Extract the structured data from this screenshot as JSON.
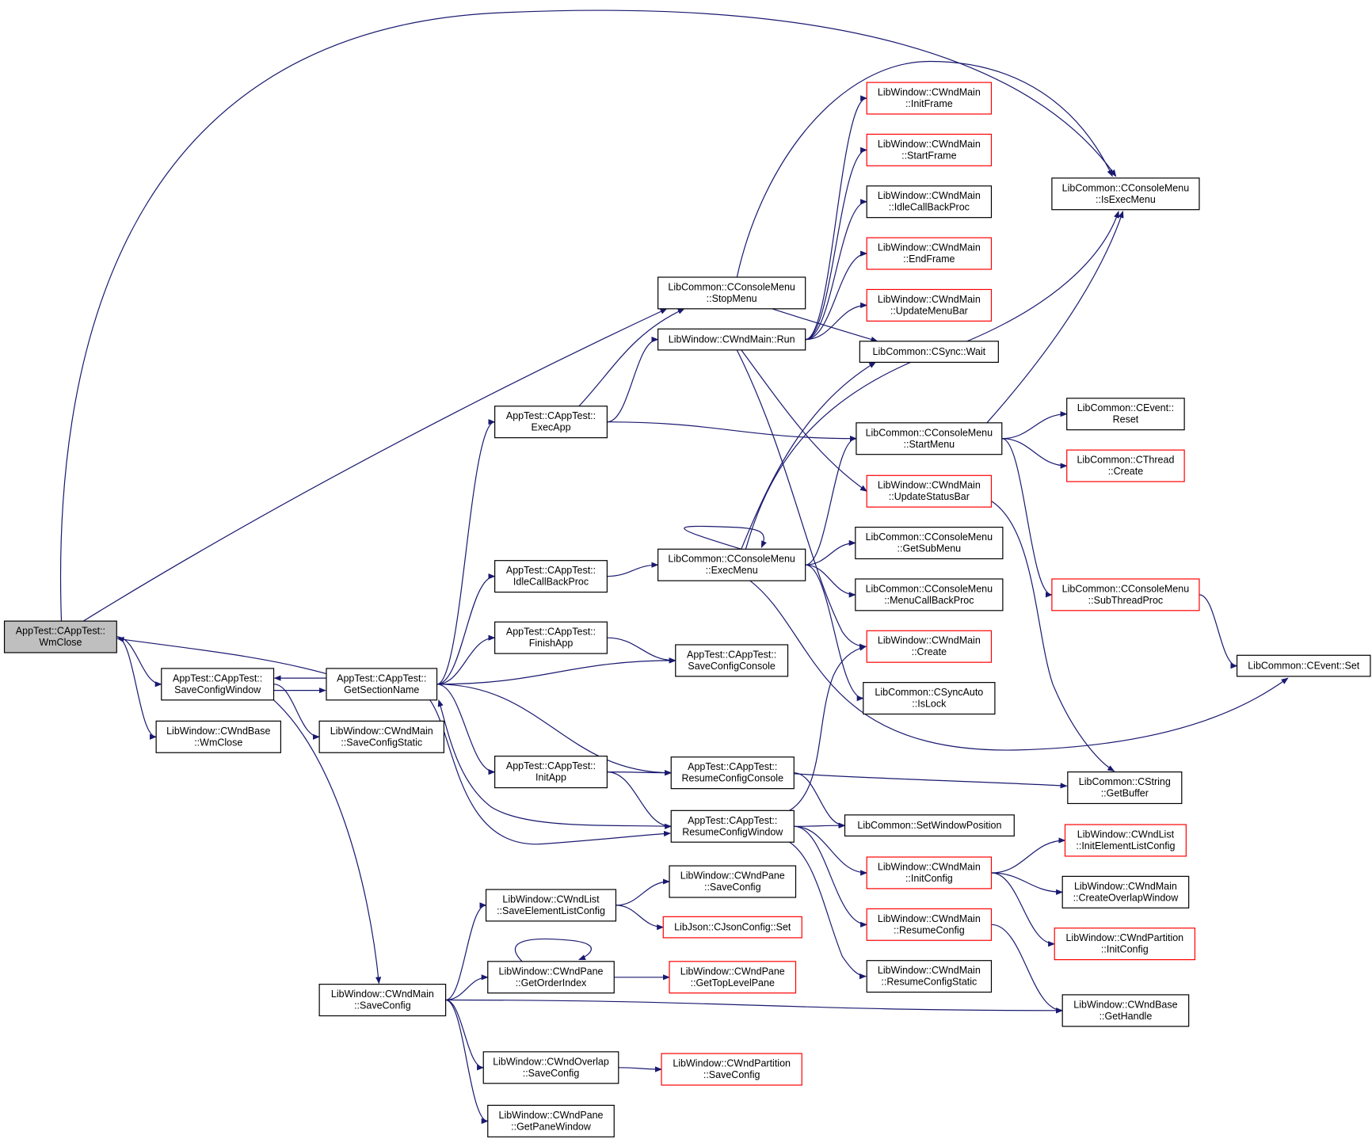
{
  "colors": {
    "edge": "#191970",
    "border_black": "#000000",
    "border_red": "#ff0000",
    "root_fill": "#bfbfbf",
    "node_fill": "#ffffff"
  },
  "nodes": [
    {
      "id": "wmclose",
      "lines": [
        "AppTest::CAppTest::",
        "WmClose"
      ],
      "border": "black",
      "root": true
    },
    {
      "id": "saveconfigwindow",
      "lines": [
        "AppTest::CAppTest::",
        "SaveConfigWindow"
      ],
      "border": "black"
    },
    {
      "id": "wndbase_wmclose",
      "lines": [
        "LibWindow::CWndBase",
        "::WmClose"
      ],
      "border": "black"
    },
    {
      "id": "getsectionname",
      "lines": [
        "AppTest::CAppTest::",
        "GetSectionName"
      ],
      "border": "black"
    },
    {
      "id": "savecfgstatic",
      "lines": [
        "LibWindow::CWndMain",
        "::SaveConfigStatic"
      ],
      "border": "black"
    },
    {
      "id": "wndmain_saveconfig",
      "lines": [
        "LibWindow::CWndMain",
        "::SaveConfig"
      ],
      "border": "black"
    },
    {
      "id": "execapp",
      "lines": [
        "AppTest::CAppTest::",
        "ExecApp"
      ],
      "border": "black"
    },
    {
      "id": "idlecallback_app",
      "lines": [
        "AppTest::CAppTest::",
        "IdleCallBackProc"
      ],
      "border": "black"
    },
    {
      "id": "finishapp",
      "lines": [
        "AppTest::CAppTest::",
        "FinishApp"
      ],
      "border": "black"
    },
    {
      "id": "initapp",
      "lines": [
        "AppTest::CAppTest::",
        "InitApp"
      ],
      "border": "black"
    },
    {
      "id": "saveelementlist",
      "lines": [
        "LibWindow::CWndList",
        "::SaveElementListConfig"
      ],
      "border": "black"
    },
    {
      "id": "getorderindex",
      "lines": [
        "LibWindow::CWndPane",
        "::GetOrderIndex"
      ],
      "border": "black"
    },
    {
      "id": "overlap_saveconfig",
      "lines": [
        "LibWindow::CWndOverlap",
        "::SaveConfig"
      ],
      "border": "black"
    },
    {
      "id": "getpanewindow",
      "lines": [
        "LibWindow::CWndPane",
        "::GetPaneWindow"
      ],
      "border": "black"
    },
    {
      "id": "stopmenu",
      "lines": [
        "LibCommon::CConsoleMenu",
        "::StopMenu"
      ],
      "border": "black"
    },
    {
      "id": "wndmain_run",
      "lines": [
        "LibWindow::CWndMain::Run"
      ],
      "border": "black"
    },
    {
      "id": "execmenu",
      "lines": [
        "LibCommon::CConsoleMenu",
        "::ExecMenu"
      ],
      "border": "black"
    },
    {
      "id": "saveconfigconsole",
      "lines": [
        "AppTest::CAppTest::",
        "SaveConfigConsole"
      ],
      "border": "black"
    },
    {
      "id": "resumeconfigconsole",
      "lines": [
        "AppTest::CAppTest::",
        "ResumeConfigConsole"
      ],
      "border": "black"
    },
    {
      "id": "resumeconfigwindow",
      "lines": [
        "AppTest::CAppTest::",
        "ResumeConfigWindow"
      ],
      "border": "black"
    },
    {
      "id": "pane_saveconfig",
      "lines": [
        "LibWindow::CWndPane",
        "::SaveConfig"
      ],
      "border": "black"
    },
    {
      "id": "json_set",
      "lines": [
        "LibJson::CJsonConfig::Set"
      ],
      "border": "red"
    },
    {
      "id": "gettoplevelpane",
      "lines": [
        "LibWindow::CWndPane",
        "::GetTopLevelPane"
      ],
      "border": "red"
    },
    {
      "id": "partition_saveconfig",
      "lines": [
        "LibWindow::CWndPartition",
        "::SaveConfig"
      ],
      "border": "red"
    },
    {
      "id": "initframe",
      "lines": [
        "LibWindow::CWndMain",
        "::InitFrame"
      ],
      "border": "red"
    },
    {
      "id": "startframe",
      "lines": [
        "LibWindow::CWndMain",
        "::StartFrame"
      ],
      "border": "red"
    },
    {
      "id": "idlecallback_wnd",
      "lines": [
        "LibWindow::CWndMain",
        "::IdleCallBackProc"
      ],
      "border": "black"
    },
    {
      "id": "endframe",
      "lines": [
        "LibWindow::CWndMain",
        "::EndFrame"
      ],
      "border": "red"
    },
    {
      "id": "updatemenubar",
      "lines": [
        "LibWindow::CWndMain",
        "::UpdateMenuBar"
      ],
      "border": "red"
    },
    {
      "id": "sync_wait",
      "lines": [
        "LibCommon::CSync::Wait"
      ],
      "border": "black"
    },
    {
      "id": "startmenu",
      "lines": [
        "LibCommon::CConsoleMenu",
        "::StartMenu"
      ],
      "border": "black"
    },
    {
      "id": "updatestatusbar",
      "lines": [
        "LibWindow::CWndMain",
        "::UpdateStatusBar"
      ],
      "border": "red"
    },
    {
      "id": "getsubmenu",
      "lines": [
        "LibCommon::CConsoleMenu",
        "::GetSubMenu"
      ],
      "border": "black"
    },
    {
      "id": "menucallback",
      "lines": [
        "LibCommon::CConsoleMenu",
        "::MenuCallBackProc"
      ],
      "border": "black"
    },
    {
      "id": "wndmain_create",
      "lines": [
        "LibWindow::CWndMain",
        "::Create"
      ],
      "border": "red"
    },
    {
      "id": "islock",
      "lines": [
        "LibCommon::CSyncAuto",
        "::IsLock"
      ],
      "border": "black"
    },
    {
      "id": "setwindowposition",
      "lines": [
        "LibCommon::SetWindowPosition"
      ],
      "border": "black"
    },
    {
      "id": "initconfig",
      "lines": [
        "LibWindow::CWndMain",
        "::InitConfig"
      ],
      "border": "red"
    },
    {
      "id": "resumeconfig",
      "lines": [
        "LibWindow::CWndMain",
        "::ResumeConfig"
      ],
      "border": "red"
    },
    {
      "id": "resumeconfigstatic",
      "lines": [
        "LibWindow::CWndMain",
        "::ResumeConfigStatic"
      ],
      "border": "black"
    },
    {
      "id": "isexecmenu",
      "lines": [
        "LibCommon::CConsoleMenu",
        "::IsExecMenu"
      ],
      "border": "black"
    },
    {
      "id": "event_reset",
      "lines": [
        "LibCommon::CEvent::",
        "Reset"
      ],
      "border": "black"
    },
    {
      "id": "thread_create",
      "lines": [
        "LibCommon::CThread",
        "::Create"
      ],
      "border": "red"
    },
    {
      "id": "subthreadproc",
      "lines": [
        "LibCommon::CConsoleMenu",
        "::SubThreadProc"
      ],
      "border": "red"
    },
    {
      "id": "event_set",
      "lines": [
        "LibCommon::CEvent::Set"
      ],
      "border": "black"
    },
    {
      "id": "getbuffer",
      "lines": [
        "LibCommon::CString",
        "::GetBuffer"
      ],
      "border": "black"
    },
    {
      "id": "initelementlist",
      "lines": [
        "LibWindow::CWndList",
        "::InitElementListConfig"
      ],
      "border": "red"
    },
    {
      "id": "createoverlap",
      "lines": [
        "LibWindow::CWndMain",
        "::CreateOverlapWindow"
      ],
      "border": "black"
    },
    {
      "id": "partition_initconfig",
      "lines": [
        "LibWindow::CWndPartition",
        "::InitConfig"
      ],
      "border": "red"
    },
    {
      "id": "gethandle",
      "lines": [
        "LibWindow::CWndBase",
        "::GetHandle"
      ],
      "border": "black"
    }
  ],
  "edges": [
    [
      "wmclose",
      "saveconfigwindow"
    ],
    [
      "wmclose",
      "wndbase_wmclose"
    ],
    [
      "wmclose",
      "stopmenu"
    ],
    [
      "wmclose",
      "isexecmenu"
    ],
    [
      "saveconfigwindow",
      "getsectionname"
    ],
    [
      "saveconfigwindow",
      "savecfgstatic"
    ],
    [
      "saveconfigwindow",
      "wndmain_saveconfig"
    ],
    [
      "getsectionname",
      "wmclose"
    ],
    [
      "getsectionname",
      "saveconfigwindow"
    ],
    [
      "getsectionname",
      "execapp"
    ],
    [
      "getsectionname",
      "idlecallback_app"
    ],
    [
      "getsectionname",
      "finishapp"
    ],
    [
      "getsectionname",
      "saveconfigconsole"
    ],
    [
      "getsectionname",
      "initapp"
    ],
    [
      "getsectionname",
      "resumeconfigconsole"
    ],
    [
      "getsectionname",
      "resumeconfigwindow"
    ],
    [
      "resumeconfigwindow",
      "getsectionname"
    ],
    [
      "execapp",
      "stopmenu"
    ],
    [
      "execapp",
      "wndmain_run"
    ],
    [
      "execapp",
      "startmenu"
    ],
    [
      "idlecallback_app",
      "execmenu"
    ],
    [
      "finishapp",
      "saveconfigconsole"
    ],
    [
      "initapp",
      "resumeconfigconsole"
    ],
    [
      "initapp",
      "resumeconfigwindow"
    ],
    [
      "stopmenu",
      "isexecmenu"
    ],
    [
      "stopmenu",
      "sync_wait"
    ],
    [
      "wndmain_run",
      "initframe"
    ],
    [
      "wndmain_run",
      "startframe"
    ],
    [
      "wndmain_run",
      "idlecallback_wnd"
    ],
    [
      "wndmain_run",
      "endframe"
    ],
    [
      "wndmain_run",
      "updatemenubar"
    ],
    [
      "wndmain_run",
      "updatestatusbar"
    ],
    [
      "wndmain_run",
      "wndmain_create"
    ],
    [
      "execmenu",
      "execmenu"
    ],
    [
      "execmenu",
      "sync_wait"
    ],
    [
      "execmenu",
      "isexecmenu"
    ],
    [
      "execmenu",
      "startmenu"
    ],
    [
      "execmenu",
      "getsubmenu"
    ],
    [
      "execmenu",
      "menucallback"
    ],
    [
      "execmenu",
      "islock"
    ],
    [
      "execmenu",
      "event_set"
    ],
    [
      "startmenu",
      "isexecmenu"
    ],
    [
      "startmenu",
      "event_reset"
    ],
    [
      "startmenu",
      "thread_create"
    ],
    [
      "startmenu",
      "subthreadproc"
    ],
    [
      "subthreadproc",
      "event_set"
    ],
    [
      "updatestatusbar",
      "getbuffer"
    ],
    [
      "resumeconfigconsole",
      "getbuffer"
    ],
    [
      "resumeconfigconsole",
      "setwindowposition"
    ],
    [
      "resumeconfigwindow",
      "setwindowposition"
    ],
    [
      "resumeconfigwindow",
      "wndmain_create"
    ],
    [
      "resumeconfigwindow",
      "initconfig"
    ],
    [
      "resumeconfigwindow",
      "resumeconfig"
    ],
    [
      "resumeconfigwindow",
      "resumeconfigstatic"
    ],
    [
      "initconfig",
      "initelementlist"
    ],
    [
      "initconfig",
      "createoverlap"
    ],
    [
      "initconfig",
      "partition_initconfig"
    ],
    [
      "resumeconfig",
      "gethandle"
    ],
    [
      "wndmain_saveconfig",
      "saveelementlist"
    ],
    [
      "wndmain_saveconfig",
      "getorderindex"
    ],
    [
      "wndmain_saveconfig",
      "gethandle"
    ],
    [
      "wndmain_saveconfig",
      "overlap_saveconfig"
    ],
    [
      "wndmain_saveconfig",
      "getpanewindow"
    ],
    [
      "saveelementlist",
      "pane_saveconfig"
    ],
    [
      "saveelementlist",
      "json_set"
    ],
    [
      "getorderindex",
      "getorderindex"
    ],
    [
      "getorderindex",
      "gettoplevelpane"
    ],
    [
      "overlap_saveconfig",
      "partition_saveconfig"
    ]
  ]
}
